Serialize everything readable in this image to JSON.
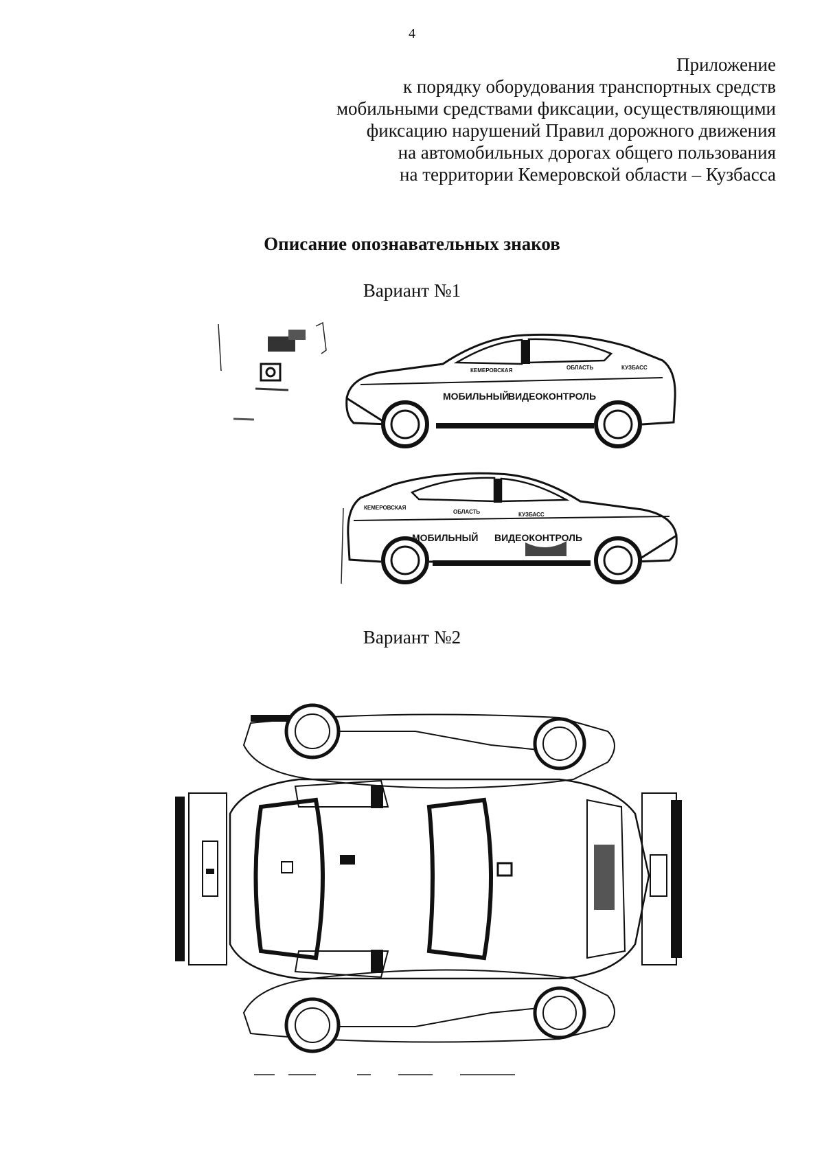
{
  "page_number": "4",
  "appendix": {
    "lines": [
      "Приложение",
      "к  порядку оборудования транспортных средств",
      "мобильными средствами фиксации, осуществляющими",
      "фиксацию  нарушений Правил дорожного движения",
      "на автомобильных дорогах общего пользования",
      "на территории Кемеровской области – Кузбасса"
    ]
  },
  "heading": "Описание опознавательных знаков",
  "variant1": {
    "title": "Вариант №1",
    "car_right": {
      "region": "КЕМЕРОВСКАЯ",
      "oblast": "ОБЛАСТЬ",
      "kuzbass": "КУЗБАСС",
      "mobile": "МОБИЛЬНЫЙ",
      "video": "ВИДЕОКОНТРОЛЬ"
    },
    "car_left": {
      "region": "КЕМЕРОВСКАЯ",
      "oblast": "ОБЛАСТЬ",
      "kuzbass": "КУЗБАСС",
      "mobile": "МОБИЛЬНЫЙ",
      "video": "ВИДЕОКОНТРОЛЬ"
    }
  },
  "variant2": {
    "title": "Вариант №2"
  }
}
